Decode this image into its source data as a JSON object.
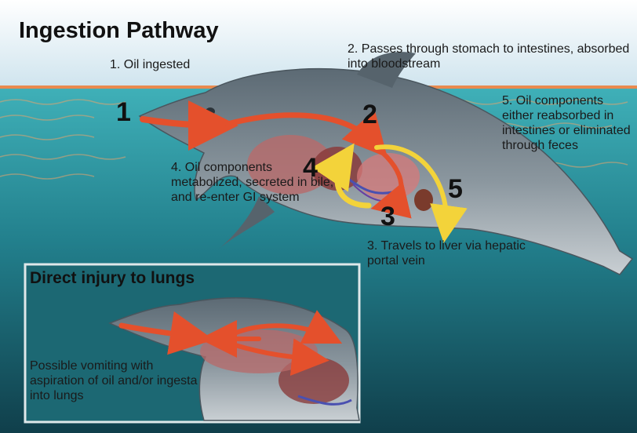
{
  "title": "Ingestion Pathway",
  "steps": [
    {
      "number": "1",
      "text": "1. Oil ingested"
    },
    {
      "number": "2",
      "text": "2. Passes through stomach to intestines, absorbed into bloodstream"
    },
    {
      "number": "3",
      "text": "3. Travels to liver via hepatic portal vein"
    },
    {
      "number": "4",
      "text": "4. Oil components metabolized, secreted in bile, and re-enter GI system"
    },
    {
      "number": "5",
      "text": "5. Oil components either reabsorbed in intestines or eliminated through feces"
    }
  ],
  "inset": {
    "title": "Direct injury to lungs",
    "note": "Possible vomiting with aspiration of oil and/or ingesta into lungs"
  },
  "colors": {
    "sky": "#e6f1f7",
    "water_surface": "#e88a4f",
    "water_top": "#2f9aa6",
    "water_bottom": "#14505c",
    "dolphin": "#6d7a84",
    "arrow_red": "#e4502c",
    "arrow_yellow": "#f3d33a",
    "inset_border": "#dfe8ea"
  }
}
